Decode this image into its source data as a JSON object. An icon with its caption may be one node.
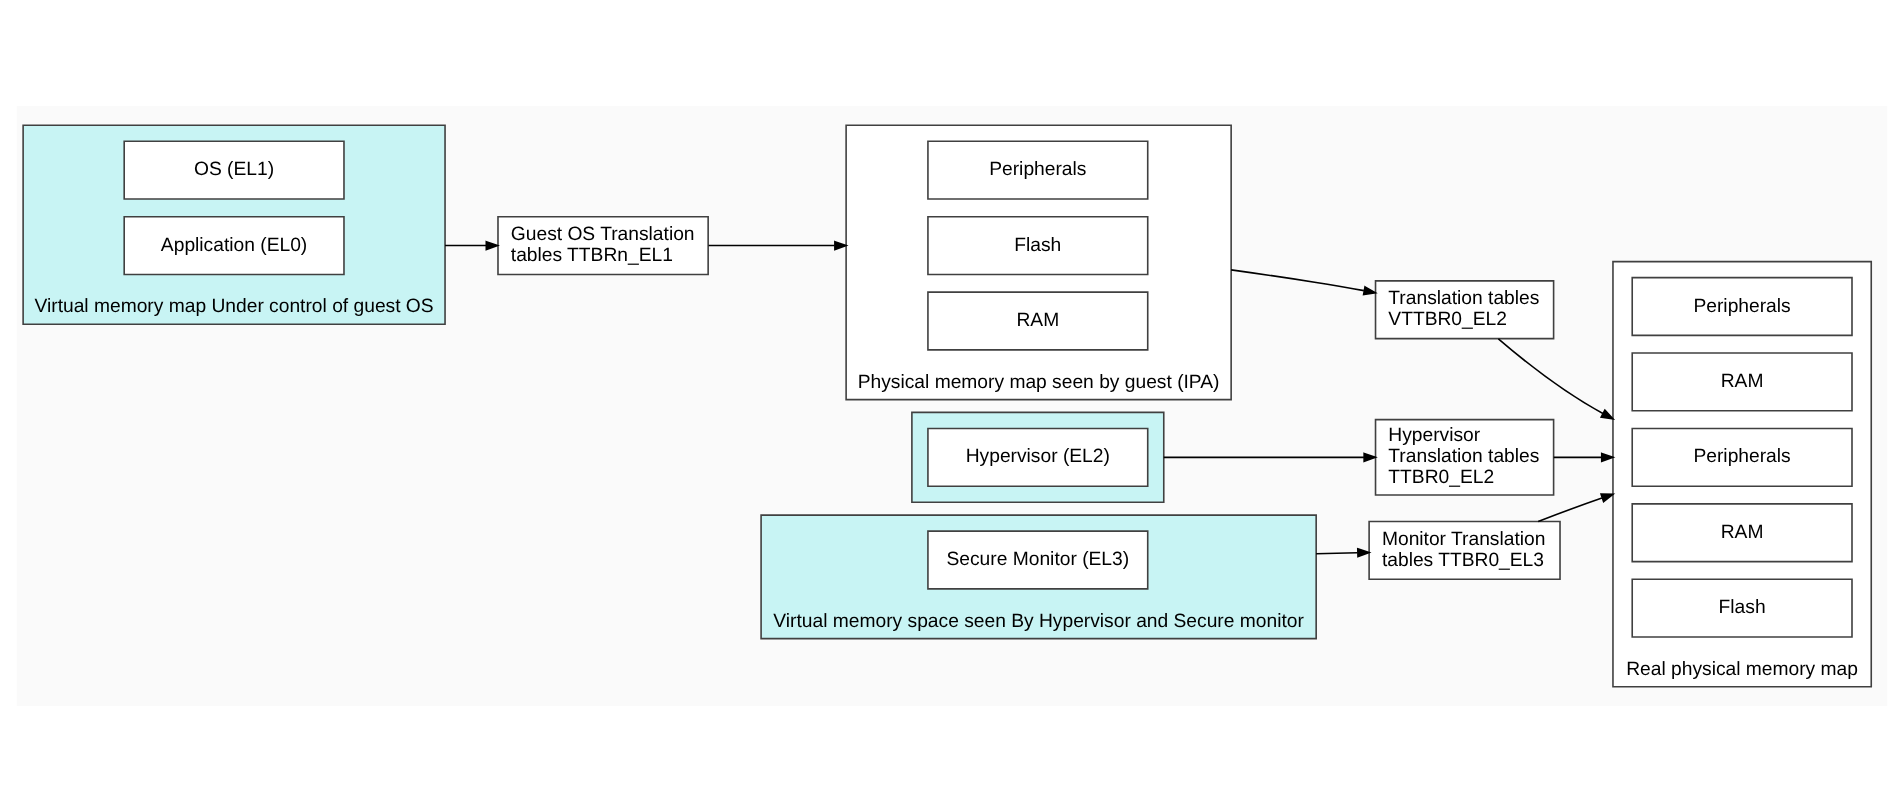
{
  "diagram": {
    "nodes": [
      {
        "text": [
          "Virtual memory map Under control of guest OS"
        ]
      },
      {
        "text": [
          "OS (EL1)"
        ],
        "in": 0
      },
      {
        "text": [
          "Application (EL0)"
        ],
        "in": 0
      },
      {
        "text": [
          "Guest OS Translation tables TTBRn_EL1"
        ]
      },
      {
        "text": [
          "Physical memory map seen by guest (IPA)"
        ]
      },
      {
        "text": [
          "Peripherals"
        ],
        "in": 4
      },
      {
        "text": [
          "Flash"
        ],
        "in": 4
      },
      {
        "text": [
          "RAM"
        ],
        "in": 4
      },
      {
        "text": [
          "Translation tables VTTBR0_EL2"
        ]
      },
      {
        "text": [
          "Real physical memory map"
        ]
      },
      {
        "text": [
          "Peripherals"
        ],
        "in": 9
      },
      {
        "text": [
          "RAM"
        ],
        "in": 9
      },
      {
        "text": [
          "Peripherals"
        ],
        "in": 9
      },
      {
        "text": [
          "RAM"
        ],
        "in": 9
      },
      {
        "text": [
          "Flash"
        ],
        "in": 9
      },
      {
        "text": [],
        "shape": "box"
      },
      {
        "text": [
          "Hypervisor (EL2)"
        ],
        "in": 15
      },
      {
        "text": [
          "Hypervisor Translation tables TTBR0_EL2"
        ]
      },
      {
        "text": [
          "Virtual memory space seen By Hypervisor and Secure monitor"
        ]
      },
      {
        "text": [
          "Secure Monitor (EL3)"
        ],
        "in": 18
      },
      {
        "text": [
          "Monitor Translation tables TTBR0_EL3"
        ]
      }
    ],
    "edges": [
      {
        "from": 0,
        "to": 3,
        "arrow": "to"
      },
      {
        "from": 3,
        "to": 4,
        "arrow": "to"
      },
      {
        "from": 4,
        "to": 8,
        "arrow": "to"
      },
      {
        "from": 8,
        "to": 9,
        "arrow": "to"
      },
      {
        "from": 15,
        "to": 17,
        "arrow": "to"
      },
      {
        "from": 17,
        "to": 9,
        "arrow": "to"
      },
      {
        "from": 18,
        "to": 20,
        "arrow": "to"
      },
      {
        "from": 20,
        "to": 9,
        "arrow": "to"
      }
    ]
  }
}
